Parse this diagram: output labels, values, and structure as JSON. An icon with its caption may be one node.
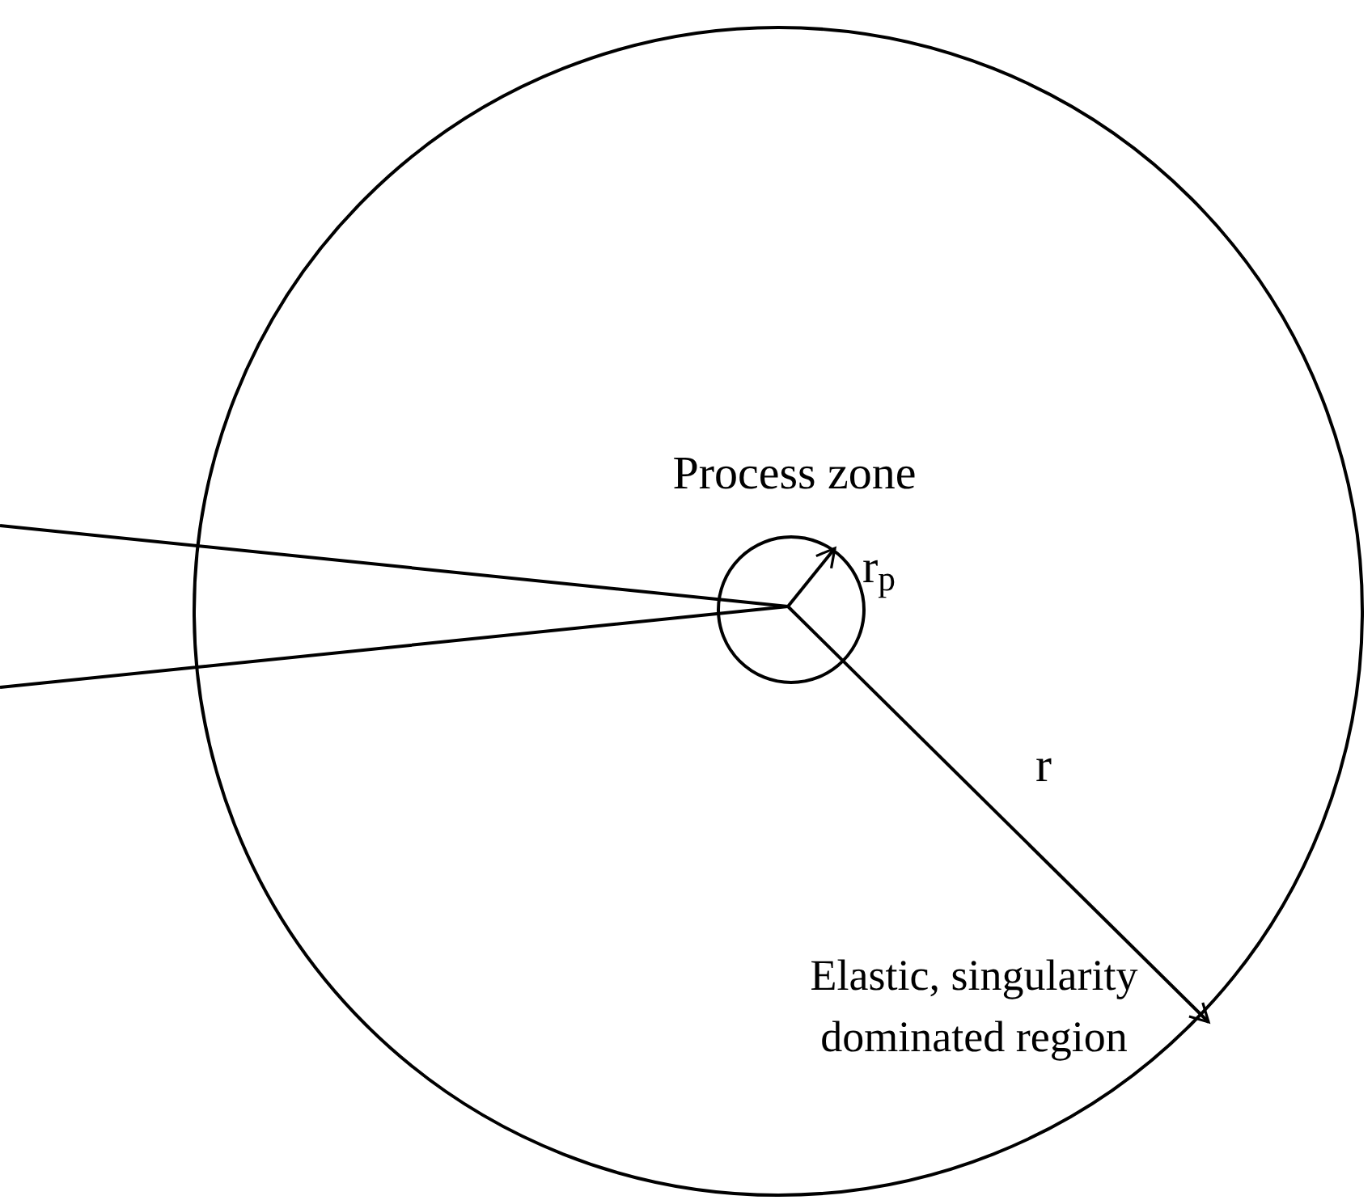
{
  "diagram": {
    "nodes": [
      {
        "text": [
          "Elastic, singularity dominated region"
        ]
      },
      {
        "text": [
          "Process zone"
        ],
        "in": 0
      }
    ],
    "labels": [
      "r$_{p}$",
      "r"
    ]
  }
}
